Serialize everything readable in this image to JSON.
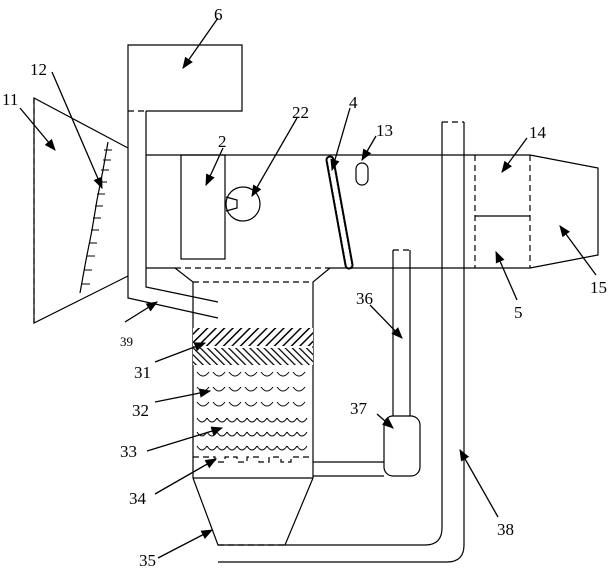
{
  "labels": {
    "l6": "6",
    "l12": "12",
    "l11": "11",
    "l22": "22",
    "l4": "4",
    "l13": "13",
    "l14": "14",
    "l2": "2",
    "l15": "15",
    "l5": "5",
    "l36": "36",
    "l39": "39",
    "l31": "31",
    "l32": "32",
    "l37": "37",
    "l33": "33",
    "l34": "34",
    "l38": "38",
    "l35": "35"
  }
}
